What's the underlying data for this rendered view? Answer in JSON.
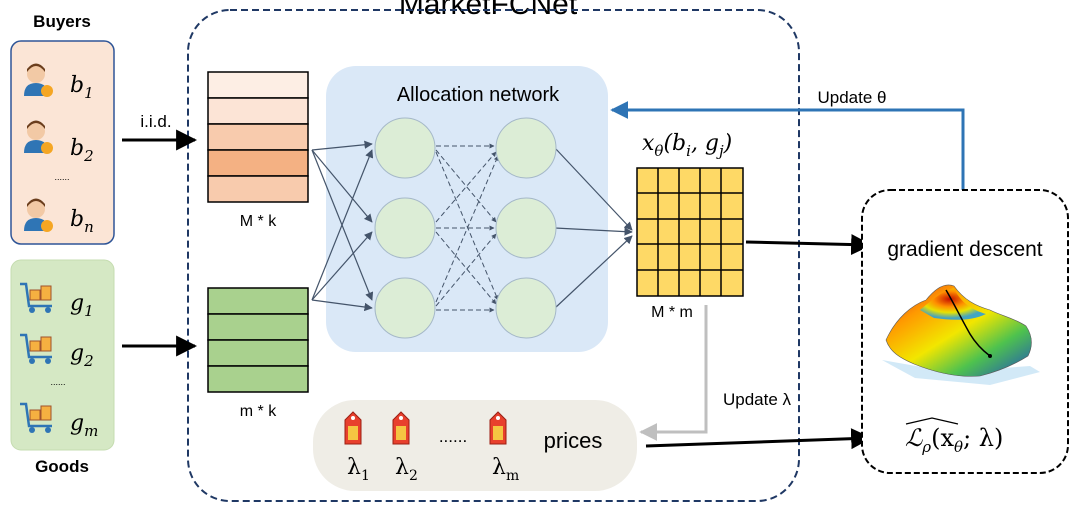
{
  "title": "MarketFCNet",
  "buyers": {
    "heading": "Buyers",
    "items": [
      {
        "sym": "b",
        "sub": "1"
      },
      {
        "sym": "b",
        "sub": "2"
      },
      {
        "sym": "b",
        "sub": "n"
      }
    ],
    "dots": "......"
  },
  "goods": {
    "heading": "Goods",
    "items": [
      {
        "sym": "g",
        "sub": "1"
      },
      {
        "sym": "g",
        "sub": "2"
      },
      {
        "sym": "g",
        "sub": "m"
      }
    ],
    "dots": "......"
  },
  "iid_label": "i.i.d.",
  "buyer_matrix_label": "M * k",
  "goods_matrix_label": "m * k",
  "allocation_network_label": "Allocation network",
  "output_label": {
    "func": "x",
    "sub": "θ",
    "args": "(b",
    "arg1sub": "i",
    "comma": ", g",
    "arg2sub": "j",
    "close": ")"
  },
  "output_matrix_label": "M * m",
  "update_theta": "Update θ",
  "update_lambda": "Update λ",
  "gradient_descent": "gradient descent",
  "loss": {
    "name": "ℒ",
    "sub": "ρ",
    "args_pre": "(x",
    "args_sub": "θ",
    "args_post": "; λ)"
  },
  "prices": {
    "label": "prices",
    "dots": "......",
    "items": [
      {
        "sym": "λ",
        "sub": "1"
      },
      {
        "sym": "λ",
        "sub": "2"
      },
      {
        "sym": "λ",
        "sub": "m"
      }
    ]
  },
  "colors": {
    "buyer_panel": "#fbe5d6",
    "goods_panel": "#d5e8c4",
    "network_bg": "#dae8f7",
    "node_fill": "#dcedd6",
    "matrix_fill": "#fed966",
    "prices_bg": "#efede6",
    "update_arrow": "#2e74b5",
    "lambda_arrow": "#bfbfbf"
  }
}
